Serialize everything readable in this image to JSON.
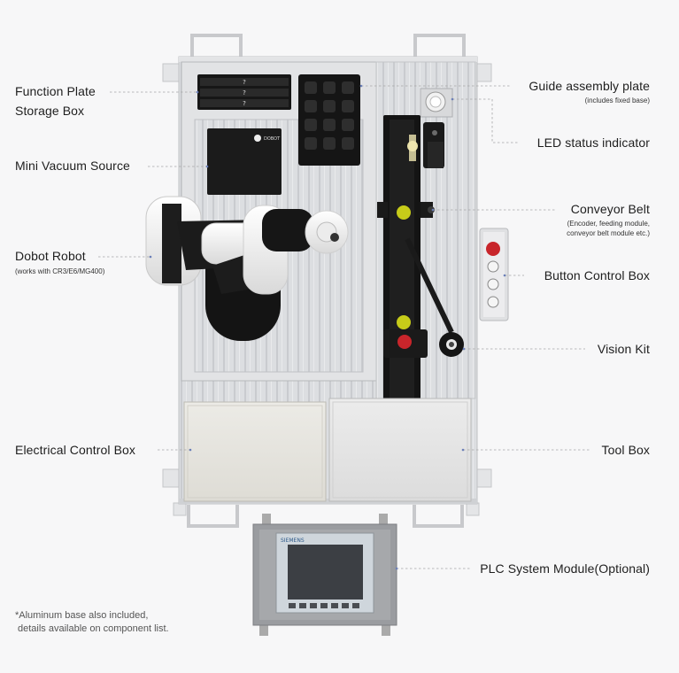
{
  "diagram": {
    "labels": {
      "function_plate_line1": "Function Plate",
      "function_plate_line2": "Storage Box",
      "mini_vacuum": "Mini Vacuum Source",
      "dobot_robot": "Dobot Robot",
      "dobot_robot_note": "(works with CR3/E6/MG400)",
      "electrical_box": "Electrical Control Box",
      "guide_plate": "Guide assembly plate",
      "guide_plate_note": "(includes fixed base)",
      "led_indicator": "LED status indicator",
      "conveyor": "Conveyor Belt",
      "conveyor_note_1": "(Encoder, feeding module,",
      "conveyor_note_2": "conveyor belt module etc.)",
      "button_box": "Button Control Box",
      "vision_kit": "Vision Kit",
      "tool_box": "Tool Box",
      "plc_module": "PLC System Module(Optional)"
    },
    "footnote": {
      "line1": "*Aluminum base also included,",
      "line2": "details available on component list."
    },
    "marks": {
      "slot_a": "?",
      "slot_b": "?",
      "slot_c": "?",
      "vacuum_brand": "DOBOT",
      "hmi_brand": "SIEMENS"
    },
    "colors": {
      "leader": "#9a9a9a",
      "frame": "#d9dbde",
      "robot_black": "#1a1a1a",
      "accent_yellow": "#c8cc1a",
      "accent_red": "#c8252b"
    }
  }
}
